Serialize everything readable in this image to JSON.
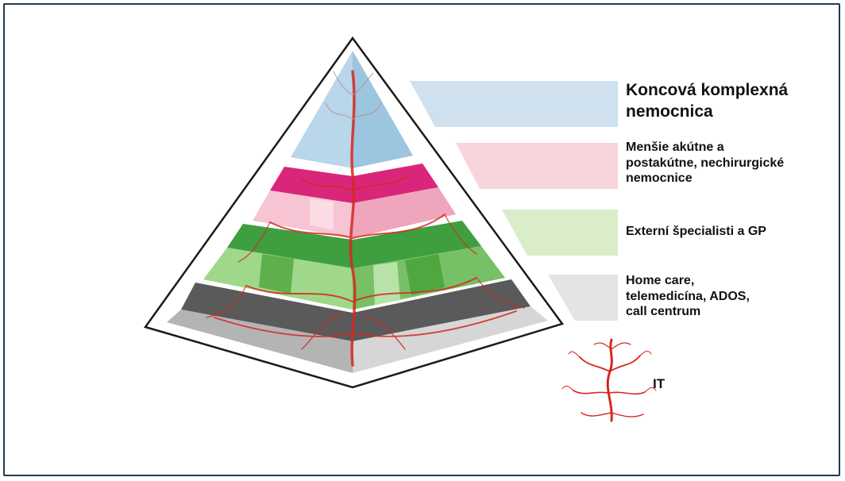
{
  "levels": [
    {
      "label": "Koncová komplexná\nnemocnica",
      "color": "#cfe1ee"
    },
    {
      "label": "Menšie akútne a\npostakútne, nechirurgické\nnemocnice",
      "color": "#f8d5dc"
    },
    {
      "label": "Externí špecialisti a GP",
      "color": "#d9edc8"
    },
    {
      "label": "Home care,\ntelemedicína, ADOS,\ncall centrum",
      "color": "#e4e4e4"
    }
  ],
  "legend": {
    "label": "IT",
    "vessel_color": "#d6281f"
  },
  "colors": {
    "border": "#1f3b57",
    "tier1": "#a9cde4",
    "tier2_top": "#d9267a",
    "tier2": "#f3b7c8",
    "tier3_top": "#3d9a3d",
    "tier3": "#8fd07a",
    "tier4_top": "#5a5a5a",
    "tier4": "#bdbdbd"
  }
}
